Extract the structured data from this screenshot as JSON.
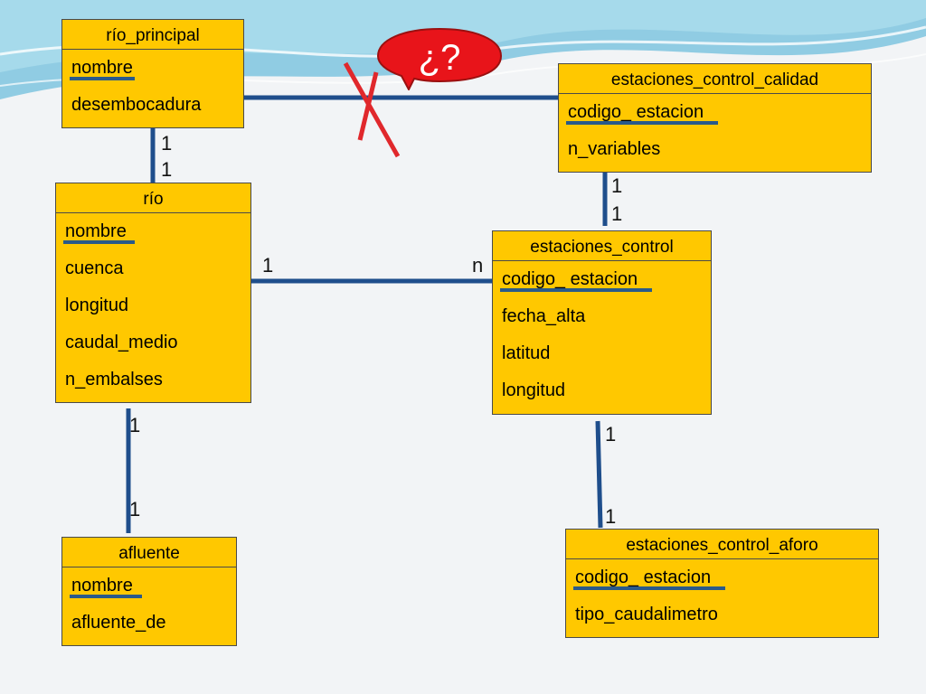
{
  "entities": {
    "rio_principal": {
      "title": "río_principal",
      "attrs": [
        "nombre",
        "desembocadura"
      ]
    },
    "rio": {
      "title": "río",
      "attrs": [
        "nombre",
        "cuenca",
        "longitud",
        "caudal_medio",
        "n_embalses"
      ]
    },
    "afluente": {
      "title": "afluente",
      "attrs": [
        "nombre",
        "afluente_de"
      ]
    },
    "ec_calidad": {
      "title": "estaciones_control_calidad",
      "attrs": [
        "codigo_ estacion",
        "n_variables"
      ]
    },
    "ec": {
      "title": "estaciones_control",
      "attrs": [
        "codigo_ estacion",
        "fecha_alta",
        "latitud",
        "longitud"
      ]
    },
    "ec_aforo": {
      "title": "estaciones_control_aforo",
      "attrs": [
        "codigo_ estacion",
        "tipo_caudalimetro"
      ]
    }
  },
  "cardinalities": {
    "rp_rio_top": "1",
    "rp_rio_bottom": "1",
    "rio_ec_left": "1",
    "rio_ec_right": "n",
    "rio_af_top": "1",
    "rio_af_bottom": "1",
    "calidad_ec_top": "1",
    "calidad_ec_bottom": "1",
    "ec_aforo_top": "1",
    "ec_aforo_bottom": "1"
  },
  "callout": {
    "text": "¿?",
    "fill": "#e8141a"
  },
  "colors": {
    "entity_fill": "#ffc800",
    "line": "#1f4e8c",
    "key_underline": "#2a5a8a",
    "cross": "#e0282c"
  }
}
